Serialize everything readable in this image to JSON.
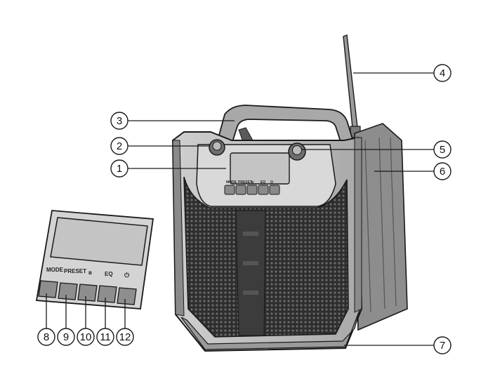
{
  "figure": {
    "callouts": [
      "1",
      "2",
      "3",
      "4",
      "5",
      "6",
      "7",
      "8",
      "9",
      "10",
      "11",
      "12"
    ],
    "detail_panel": {
      "labels": {
        "mode": "MODE",
        "preset": "PRESET",
        "bluetooth": "ʙ",
        "eq": "EQ",
        "power": "⏻"
      }
    },
    "main_panel": {
      "labels": {
        "mode": "MODE",
        "preset": "PRESET",
        "bluetooth": "ʙ",
        "eq": "EQ",
        "power": "⏻"
      }
    },
    "colors": {
      "line": "#1a1a1a",
      "body": "#b8b8b8",
      "dark": "#4a4a4a",
      "grille": "#3a3a3a",
      "screen": "#c9c9c9"
    }
  }
}
